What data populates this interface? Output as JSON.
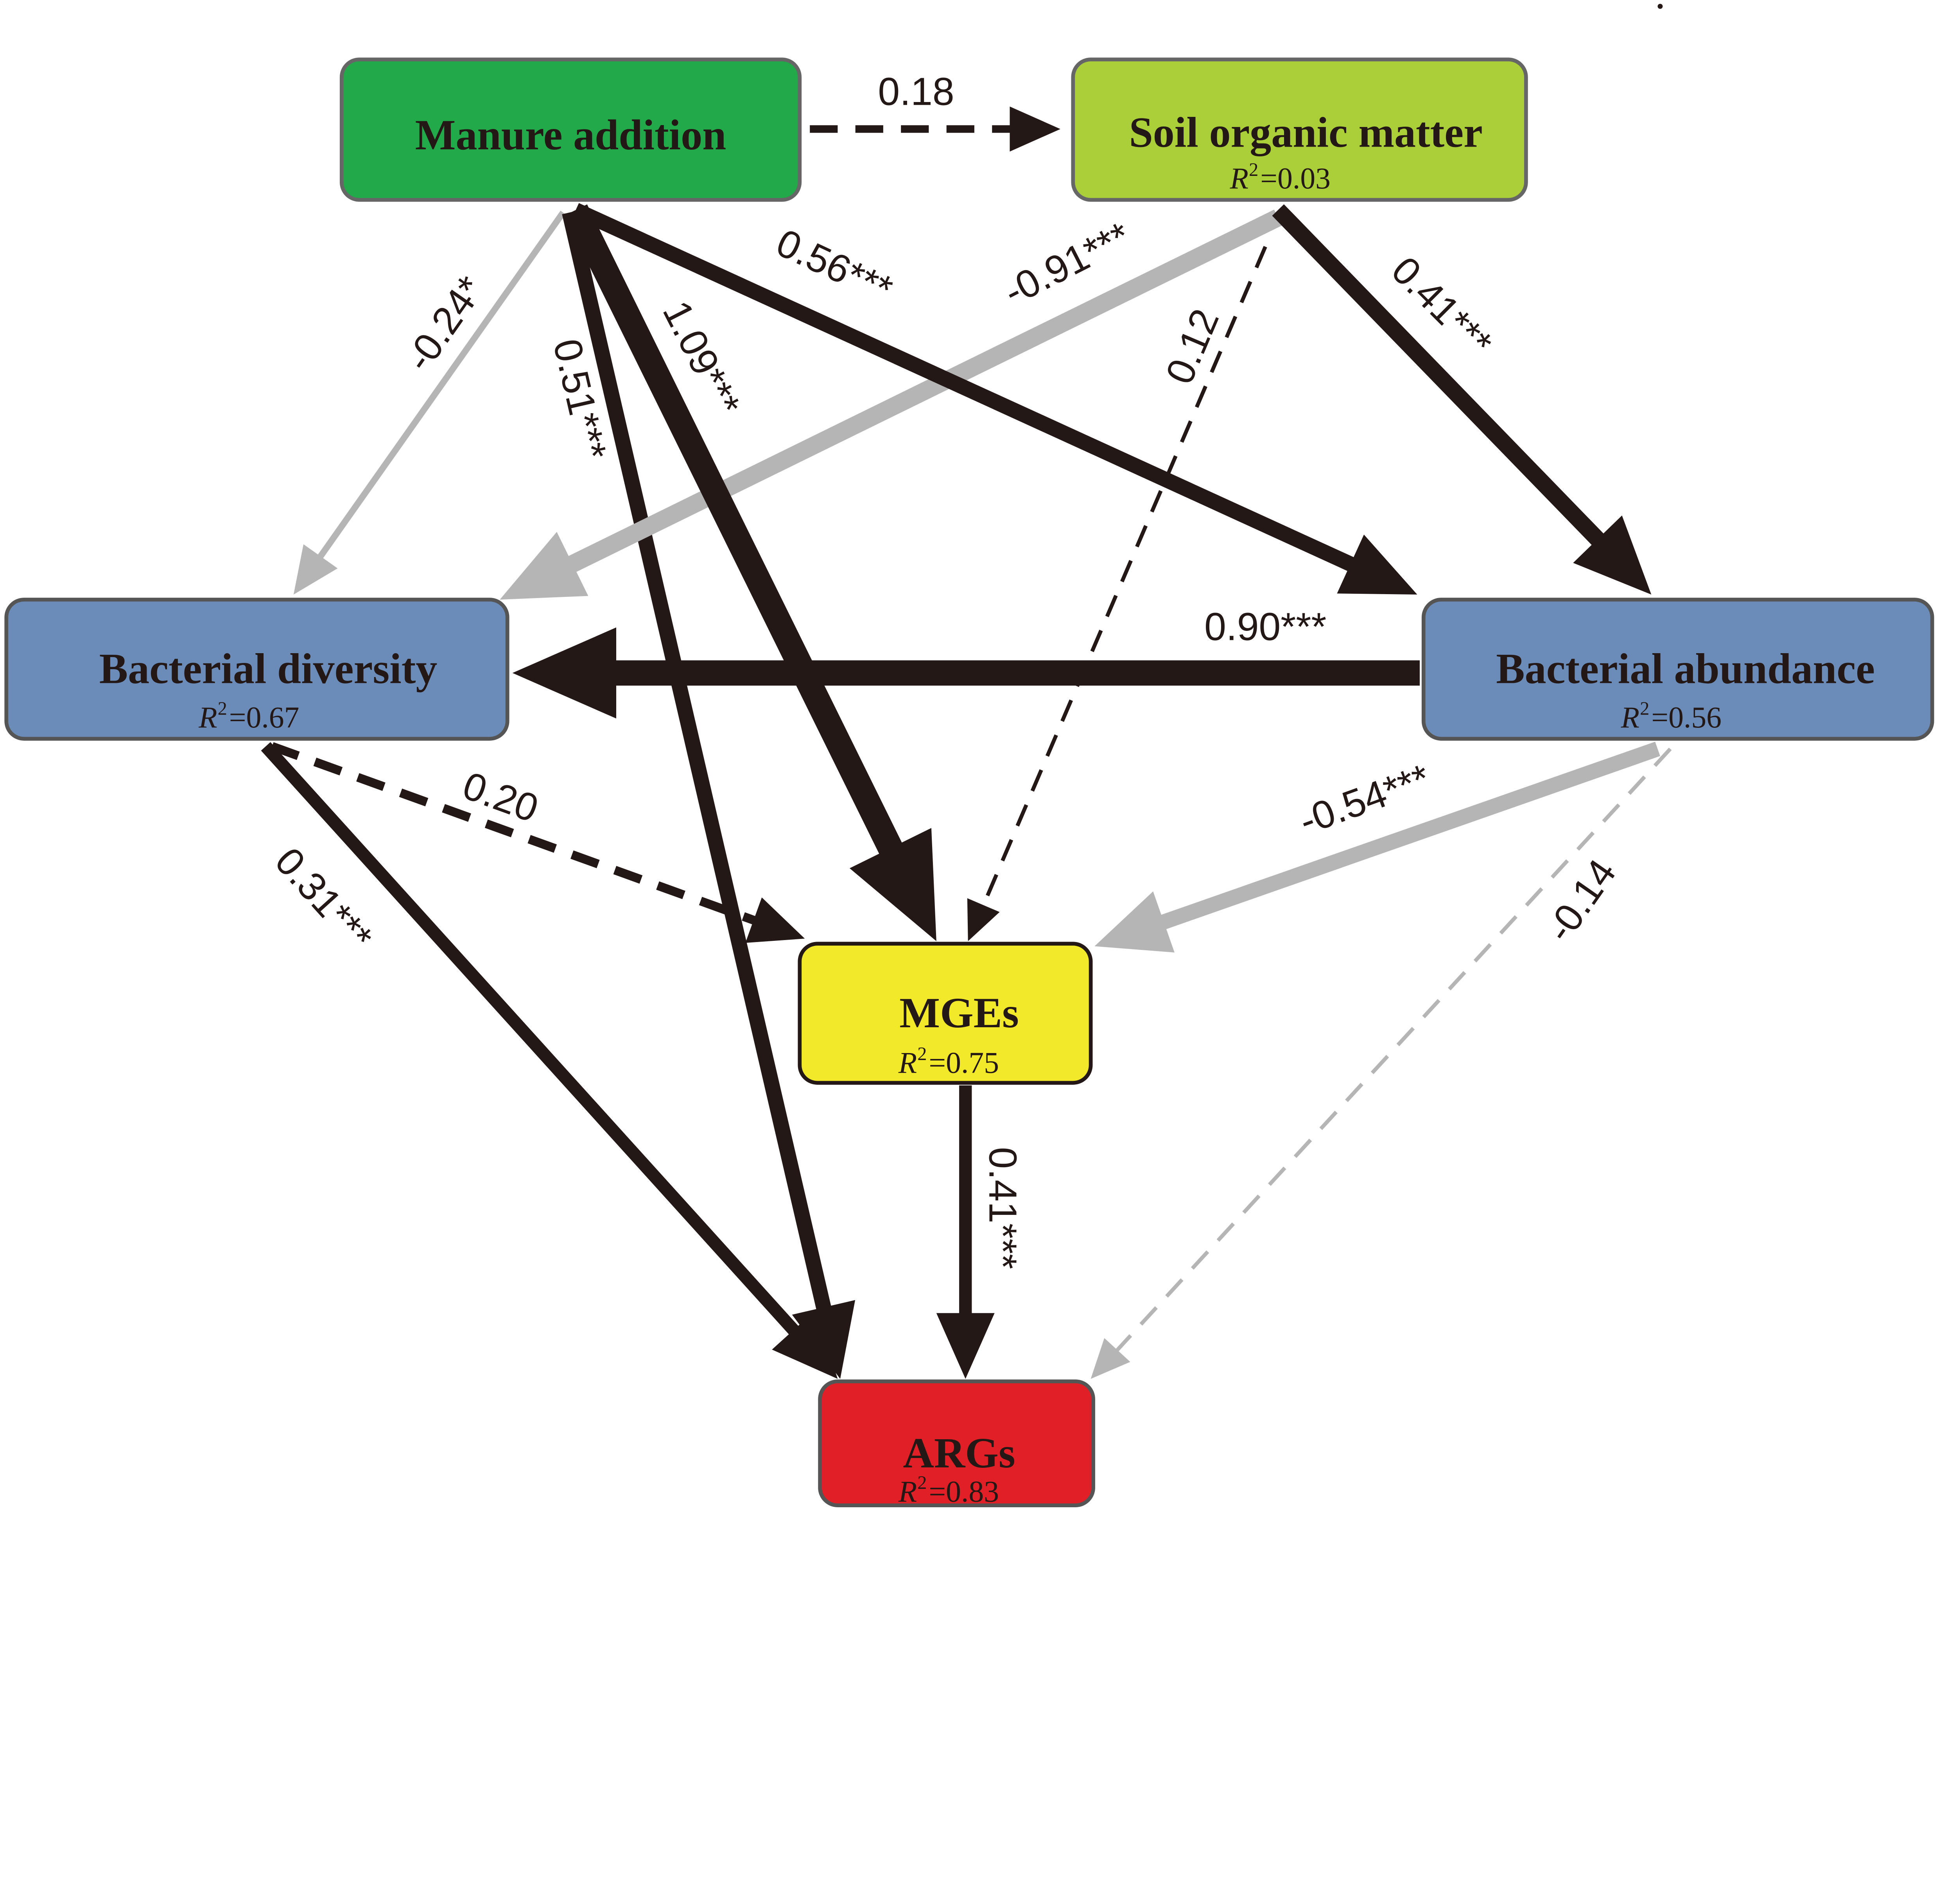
{
  "nodes": {
    "manure": {
      "name": "Manure addition",
      "color": "#22a94a"
    },
    "som": {
      "name": "Soil organic matter",
      "r2_prefix": "R",
      "r2_sup": "2",
      "r2": "=0.03",
      "color": "#aacf38"
    },
    "diversity": {
      "name": "Bacterial diversity",
      "r2_prefix": "R",
      "r2_sup": "2",
      "r2": "=0.67",
      "color": "#6b8cb8"
    },
    "abundance": {
      "name": "Bacterial abundance",
      "r2_prefix": "R",
      "r2_sup": "2",
      "r2": "=0.56",
      "color": "#6b8cb8"
    },
    "mges": {
      "name": "MGEs",
      "r2_prefix": "R",
      "r2_sup": "2",
      "r2": "=0.75",
      "color": "#f2e92a"
    },
    "args": {
      "name": "ARGs",
      "r2_prefix": "R",
      "r2_sup": "2",
      "r2": "=0.83",
      "color": "#e02026"
    }
  },
  "paths": {
    "manure_som": {
      "label": "0.18",
      "style": "dashed",
      "sign": "positive"
    },
    "manure_diversity": {
      "label": "-0.24*",
      "style": "solid",
      "sign": "negative"
    },
    "manure_args": {
      "label": "0.51***",
      "style": "solid",
      "sign": "positive"
    },
    "manure_mges": {
      "label": "1.09***",
      "style": "solid",
      "sign": "positive"
    },
    "manure_abundance": {
      "label": "0.56***",
      "style": "solid",
      "sign": "positive"
    },
    "som_diversity": {
      "label": "-0.91***",
      "style": "solid",
      "sign": "negative"
    },
    "som_mges": {
      "label": "0.12",
      "style": "dashed",
      "sign": "positive"
    },
    "som_abundance": {
      "label": "0.41***",
      "style": "solid",
      "sign": "positive"
    },
    "abundance_diversity": {
      "label": "0.90***",
      "style": "solid",
      "sign": "positive"
    },
    "diversity_mges": {
      "label": "0.20",
      "style": "dashed",
      "sign": "positive"
    },
    "diversity_args": {
      "label": "0.31***",
      "style": "solid",
      "sign": "positive"
    },
    "abundance_mges": {
      "label": "-0.54***",
      "style": "solid",
      "sign": "negative"
    },
    "abundance_args": {
      "label": "-0.14",
      "style": "dashed",
      "sign": "negative"
    },
    "mges_args": {
      "label": "0.41***",
      "style": "solid",
      "sign": "positive"
    }
  },
  "colors": {
    "positive": "#231815",
    "negative": "#b5b5b5"
  }
}
